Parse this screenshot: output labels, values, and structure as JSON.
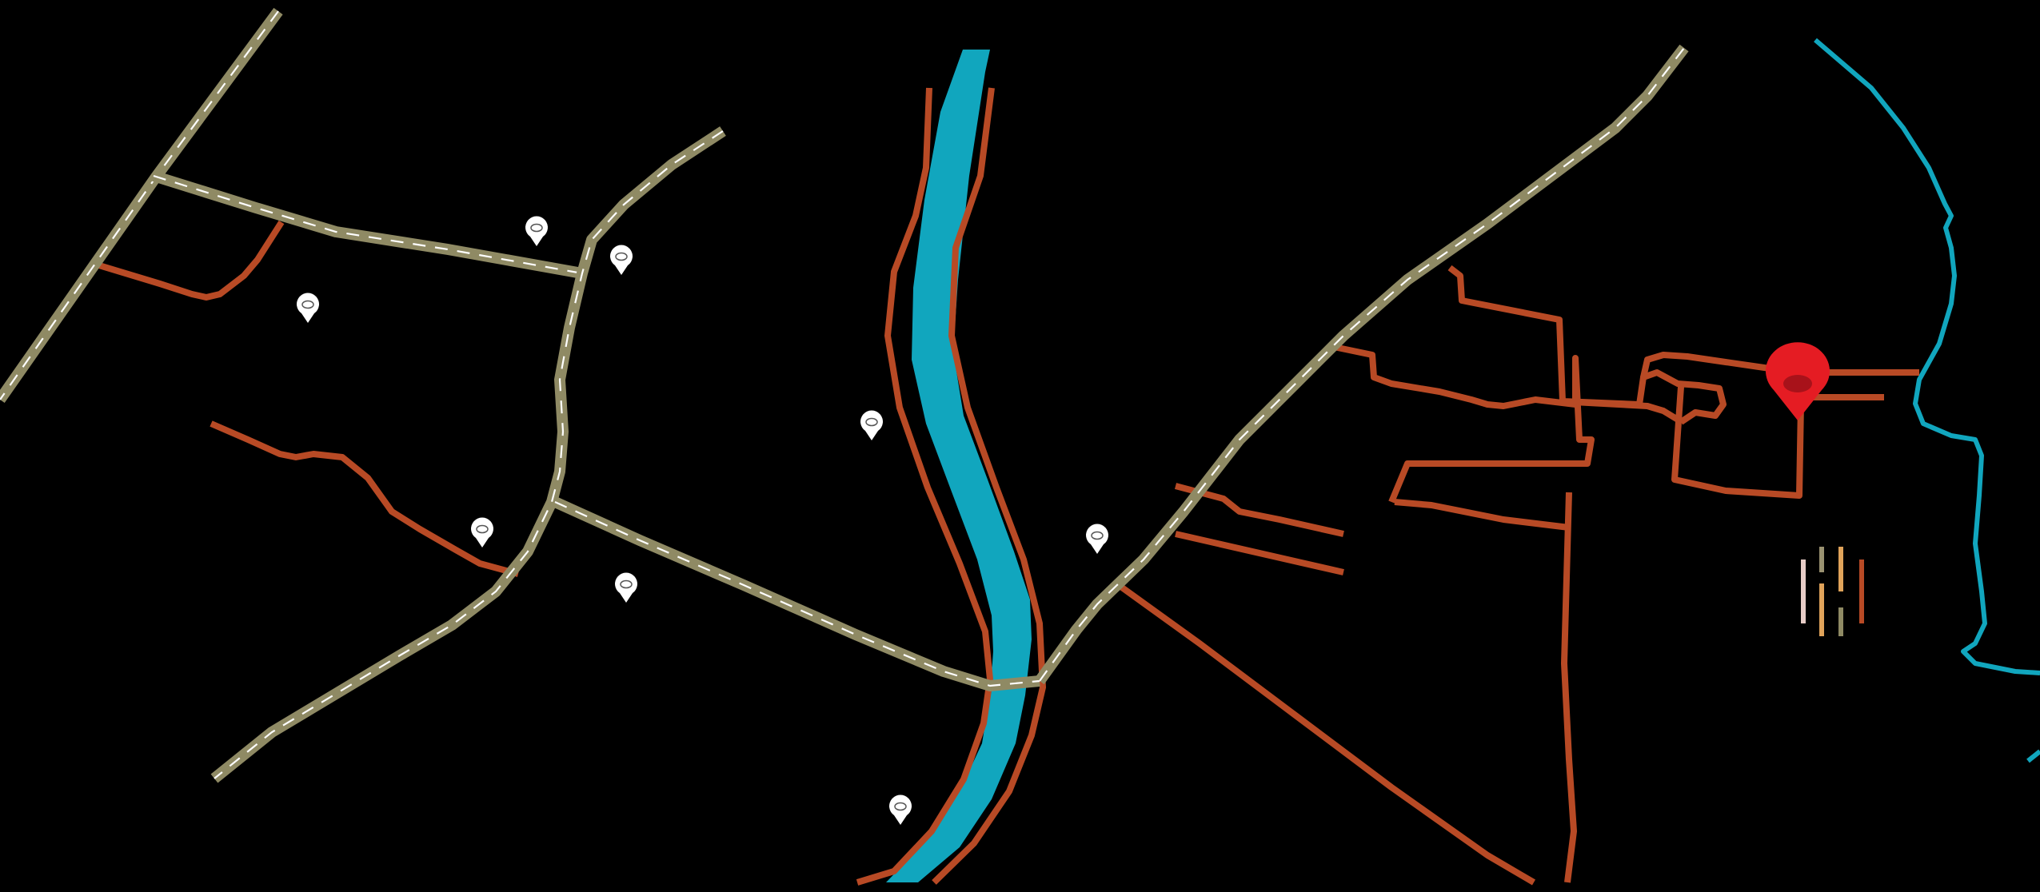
{
  "map": {
    "colors": {
      "background": "#000000",
      "highway": "#8f8a64",
      "highway_dash": "#ffffff",
      "local_road": "#b84a25",
      "river": "#11a6be",
      "poi": "#ffffff",
      "selected_marker": "#e51c23"
    },
    "markers": {
      "selected": {
        "icon": "location-pin-icon",
        "color": "#e51c23"
      },
      "poi_icon": "map-pin-icon",
      "poi_count": 9
    },
    "cluster_glyph": {
      "icon": "vertical-bars-icon",
      "colors": [
        "#e7cdc7",
        "#9a9271",
        "#e0a35a",
        "#8f8a64",
        "#b84a25"
      ]
    },
    "layers": [
      "highways",
      "local-roads",
      "river",
      "streams",
      "points-of-interest"
    ]
  }
}
